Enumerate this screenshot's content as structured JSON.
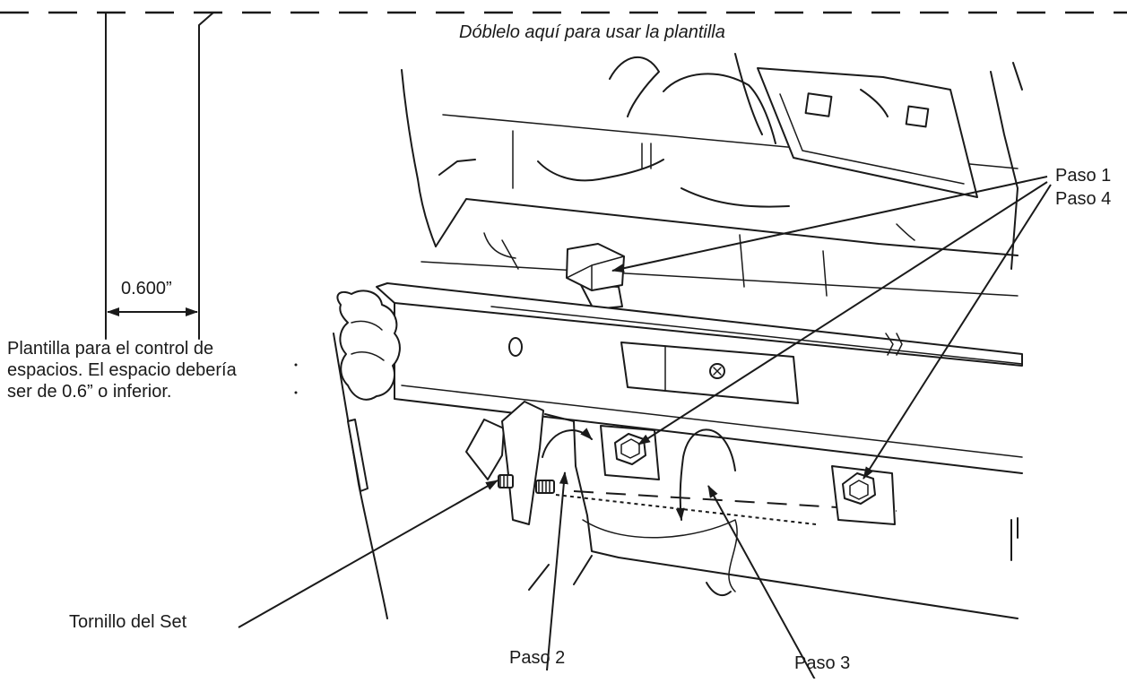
{
  "fold": {
    "text": "Dóblelo aquí para usar la plantilla"
  },
  "template": {
    "dimension": "0.600”",
    "description": [
      "Plantilla para el control de",
      "espacios. El espacio debería",
      "ser de 0.6” o inferior."
    ]
  },
  "callouts": {
    "paso1": "Paso 1",
    "paso4": "Paso 4",
    "paso2": "Paso 2",
    "paso3": "Paso 3",
    "tornillo": "Tornillo del Set"
  },
  "colors": {
    "ink": "#1a1a1a",
    "paper": "#ffffff"
  }
}
